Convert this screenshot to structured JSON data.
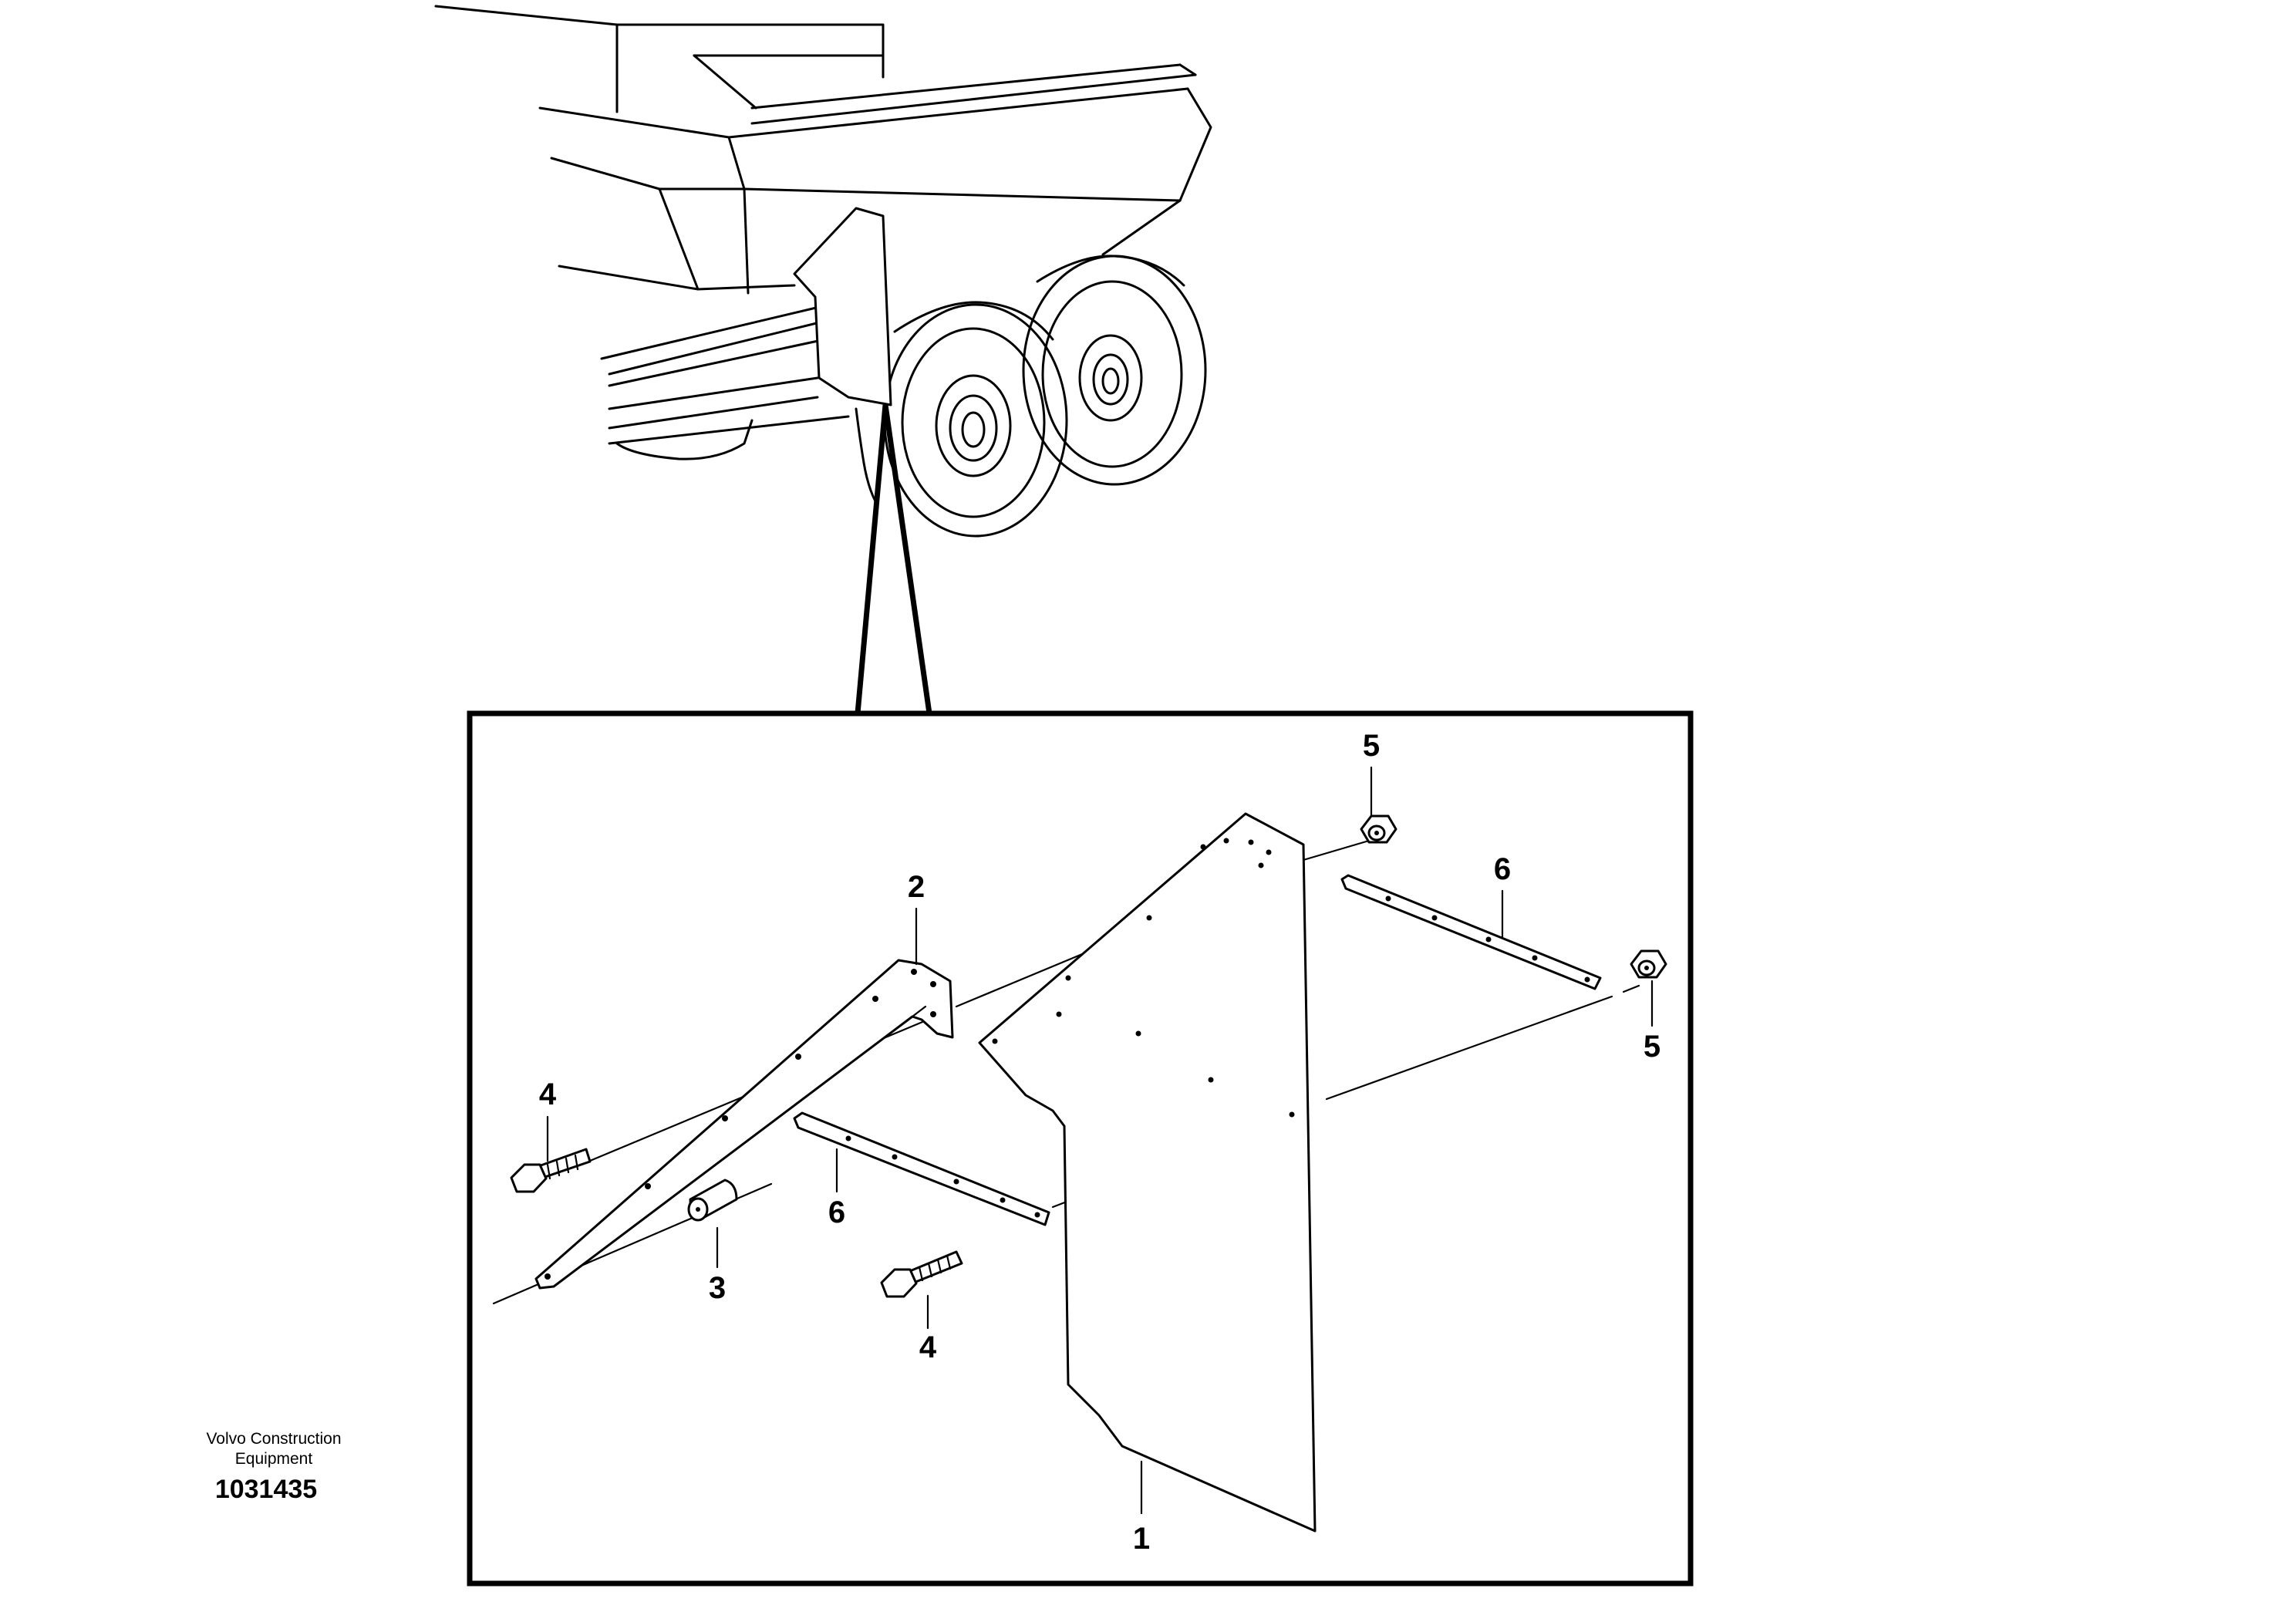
{
  "callouts": {
    "c1": "1",
    "c2": "2",
    "c3": "3",
    "c4a": "4",
    "c4b": "4",
    "c5a": "5",
    "c5b": "5",
    "c6a": "6",
    "c6b": "6"
  },
  "credit": {
    "line1": "Volvo Construction",
    "line2": "Equipment",
    "number": "1031435"
  }
}
